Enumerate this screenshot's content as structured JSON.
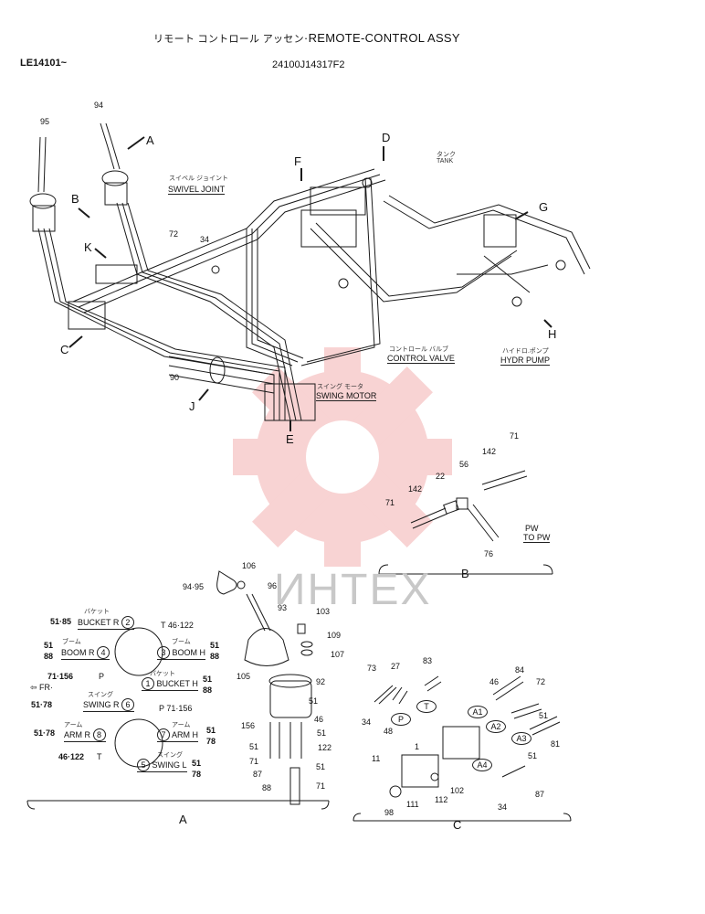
{
  "header": {
    "title_jp": "リモート コントロール アッセン",
    "title_sep": "·",
    "title_en": "REMOTE-CONTROL ASSY",
    "serial": "LE14101~",
    "part_number": "24100J14317F2"
  },
  "callouts": {
    "A": "A",
    "B": "B",
    "C": "C",
    "D": "D",
    "E": "E",
    "F": "F",
    "G": "G",
    "H": "H",
    "J": "J",
    "K": "K"
  },
  "labels": {
    "swivel_jp": "スイベル ジョイント",
    "swivel_en": "SWIVEL JOINT",
    "tank_jp": "タンク",
    "tank_en": "TANK",
    "control_valve_jp": "コントロール バルブ",
    "control_valve_en": "CONTROL VALVE",
    "hydr_pump_jp": "ハイドロ.ポンプ",
    "hydr_pump_en": "HYDR PUMP",
    "swing_motor_jp": "スイング モータ",
    "swing_motor_en": "SWING MOTOR",
    "pw": "PW",
    "to_pw": "TO PW",
    "fr": "FR"
  },
  "main_parts": [
    "95",
    "94",
    "72",
    "34",
    "90"
  ],
  "detail_b": {
    "section": "B",
    "parts": [
      "71",
      "142",
      "56",
      "22",
      "142",
      "71",
      "76"
    ]
  },
  "detail_a": {
    "section": "A",
    "parts": [
      "106",
      "94·95",
      "96",
      "93",
      "103",
      "109",
      "107",
      "105",
      "92",
      "51",
      "46",
      "156",
      "51",
      "51",
      "122",
      "71",
      "87",
      "88",
      "51",
      "71"
    ],
    "top_ports": [
      {
        "ref": "51·85",
        "jp": "バケット",
        "name": "BUCKET R",
        "num": "2"
      },
      {
        "ref": "51\n88",
        "jp": "ブーム",
        "name": "BOOM R",
        "num": "4"
      },
      {
        "ref": "46·122",
        "name": "T"
      },
      {
        "ref": "51\n88",
        "jp": "ブーム",
        "name": "BOOM H",
        "num": "3"
      },
      {
        "ref": "71·156",
        "name": "P"
      },
      {
        "ref": "51\n88",
        "jp": "バケット",
        "name": "BUCKET H",
        "num": "1"
      },
      {
        "ref": "51·78",
        "jp": "スイング",
        "name": "SWING R",
        "num": "6"
      }
    ],
    "bottom_ports": [
      {
        "ref": "71·156",
        "name": "P"
      },
      {
        "ref": "51·78",
        "jp": "アーム",
        "name": "ARM R",
        "num": "8"
      },
      {
        "ref": "51\n78",
        "jp": "アーム",
        "name": "ARM H",
        "num": "7"
      },
      {
        "ref": "46·122",
        "name": "T"
      },
      {
        "ref": "51\n78",
        "jp": "スイング",
        "name": "SWING L",
        "num": "5"
      }
    ]
  },
  "detail_c": {
    "section": "C",
    "parts": [
      "73",
      "27",
      "83",
      "84",
      "46",
      "72",
      "34",
      "48",
      "51",
      "81",
      "1",
      "11",
      "51",
      "102",
      "112",
      "111",
      "98",
      "34",
      "87"
    ],
    "ports": [
      "P",
      "T",
      "A1",
      "A2",
      "A3",
      "A4"
    ]
  },
  "watermark": "ИНТЕХ",
  "colors": {
    "ink": "#1a1a1a",
    "watermark": "#e23a3a"
  }
}
